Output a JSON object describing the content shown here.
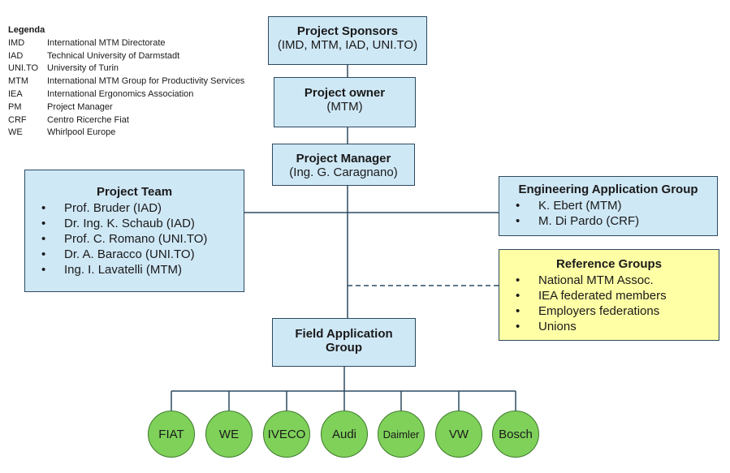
{
  "legend": {
    "title": "Legenda",
    "items": [
      {
        "abbr": "IMD",
        "text": "International MTM Directorate"
      },
      {
        "abbr": "IAD",
        "text": "Technical University of Darmstadt"
      },
      {
        "abbr": "UNI.TO",
        "text": "University of Turin"
      },
      {
        "abbr": "MTM",
        "text": "International MTM Group for Productivity Services"
      },
      {
        "abbr": "IEA",
        "text": "International Ergonomics Association"
      },
      {
        "abbr": "PM",
        "text": "Project Manager"
      },
      {
        "abbr": "CRF",
        "text": "Centro Ricerche Fiat"
      },
      {
        "abbr": "WE",
        "text": "Whirlpool Europe"
      }
    ]
  },
  "sponsors": {
    "title": "Project Sponsors",
    "sub": "(IMD, MTM, IAD, UNI.TO)"
  },
  "owner": {
    "title": "Project owner",
    "sub": "(MTM)"
  },
  "manager": {
    "title": "Project Manager",
    "sub": "(Ing. G. Caragnano)"
  },
  "team": {
    "title": "Project Team",
    "members": [
      "Prof. Bruder (IAD)",
      "Dr. Ing. K. Schaub (IAD)",
      "Prof. C. Romano (UNI.TO)",
      "Dr. A. Baracco (UNI.TO)",
      "Ing. I. Lavatelli (MTM)"
    ]
  },
  "engineering": {
    "title": "Engineering Application Group",
    "members": [
      "K. Ebert (MTM)",
      "M. Di Pardo (CRF)"
    ]
  },
  "reference": {
    "title": "Reference Groups",
    "members": [
      "National MTM Assoc.",
      "IEA federated members",
      "Employers federations",
      "Unions"
    ]
  },
  "field": {
    "title1": "Field Application",
    "title2": "Group"
  },
  "companies": [
    "FIAT",
    "WE",
    "IVECO",
    "Audi",
    "Daimler",
    "VW",
    "Bosch"
  ],
  "colors": {
    "box_fill": "#cfe8f6",
    "reference_fill": "#ffffa6",
    "company_fill": "#7fd15a",
    "line": "#2c4a60"
  }
}
